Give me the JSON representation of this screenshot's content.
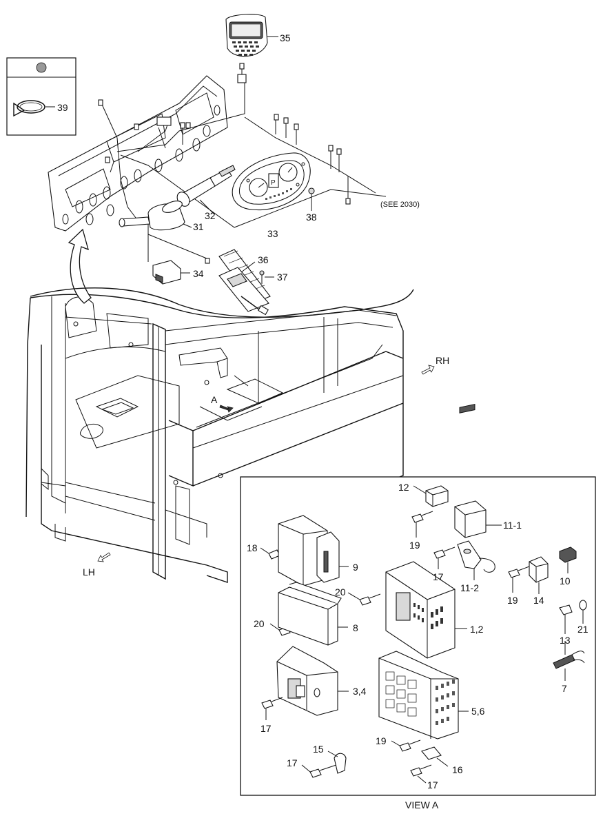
{
  "callouts": {
    "c35": "35",
    "c39": "39",
    "c31": "31",
    "c32": "32",
    "c33": "33",
    "c38": "38",
    "c34": "34",
    "c36": "36",
    "c37": "37",
    "c12": "12",
    "c11_1": "11-1",
    "c19a": "19",
    "c18": "18",
    "c9": "9",
    "c17a": "17",
    "c11_2": "11-2",
    "c19b": "19",
    "c14": "14",
    "c10": "10",
    "c20a": "20",
    "c20b": "20",
    "c8": "8",
    "c1_2": "1,2",
    "c13": "13",
    "c21": "21",
    "c7": "7",
    "c3_4": "3,4",
    "c17b": "17",
    "c5_6": "5,6",
    "c19c": "19",
    "c15": "15",
    "c17c": "17",
    "c16": "16",
    "c17d": "17"
  },
  "notes": {
    "see_ref": "(SEE 2030)",
    "rh": "RH",
    "lh": "LH",
    "view_a_marker": "A",
    "view_a_title": "VIEW A"
  }
}
